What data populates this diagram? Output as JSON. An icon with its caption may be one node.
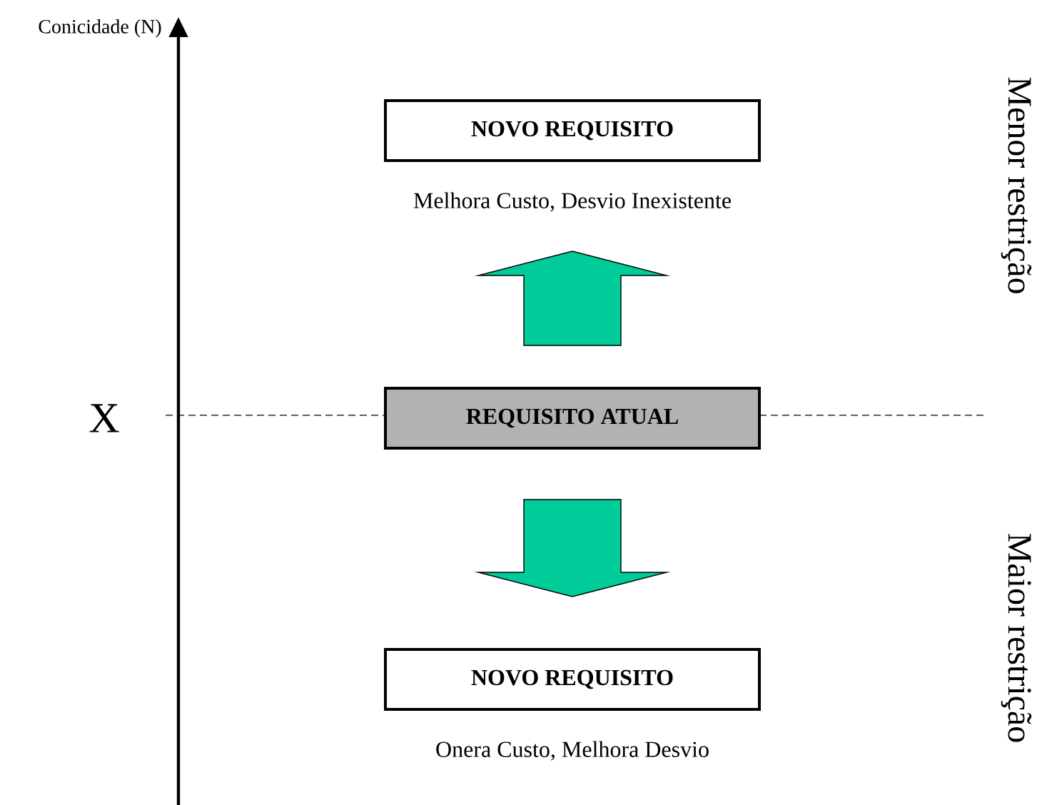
{
  "diagram": {
    "nodes": [
      {
        "text": [
          "NOVO REQUISITO"
        ],
        "beside": [
          "Melhora Custo, Desvio Inexistente"
        ]
      },
      {
        "text": [
          "REQUISITO ATUAL"
        ]
      },
      {
        "text": [
          "NOVO REQUISITO"
        ],
        "beside": [
          "Onera Custo, Melhora Desvio"
        ]
      }
    ],
    "edges": [
      {
        "from": 1,
        "to": 0,
        "arrow": "to"
      },
      {
        "from": 1,
        "to": 2,
        "arrow": "to"
      }
    ],
    "labels": [
      "Conicidade (N)",
      "X",
      "Menor restrição",
      "Maior restrição"
    ]
  }
}
